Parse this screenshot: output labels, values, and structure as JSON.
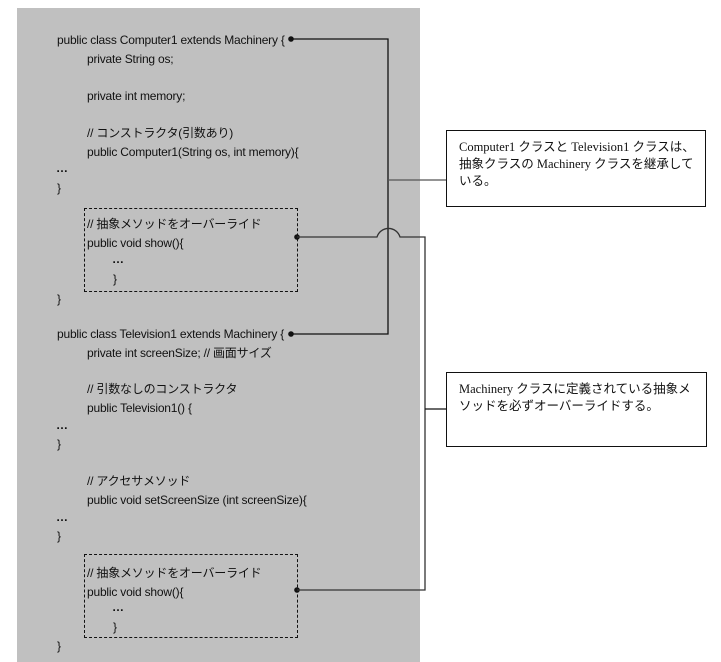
{
  "code": {
    "computer": {
      "class_decl": "public class Computer1 extends Machinery {",
      "field_os": "private String os;",
      "field_memory": "private int memory;",
      "ctor_comment": "// コンストラクタ(引数あり)",
      "ctor_decl": "public Computer1(String os, int memory){",
      "ctor_body": "…",
      "ctor_close": "}",
      "override_comment": "// 抽象メソッドをオーバーライド",
      "show_decl": "public void show(){",
      "show_body": "…",
      "show_close": "}",
      "class_close": "}"
    },
    "television": {
      "class_decl": "public class Television1 extends Machinery {",
      "field_screen": "private int screenSize; // 画面サイズ",
      "ctor_comment": "// 引数なしのコンストラクタ",
      "ctor_decl": "public Television1() {",
      "ctor_body": "…",
      "ctor_close": "}",
      "accessor_comment": "// アクセサメソッド",
      "setter_decl": "public void setScreenSize (int screenSize){",
      "setter_body": "…",
      "setter_close": "}",
      "override_comment": "// 抽象メソッドをオーバーライド",
      "show_decl": "public void show(){",
      "show_body": "…",
      "show_close": "}",
      "class_close": "}"
    }
  },
  "notes": {
    "inheritance": "Computer1 クラスと Television1 クラスは、抽象クラスの Machinery クラスを継承している。",
    "override": "Machinery クラスに定義されている抽象メソッドを必ずオーバーライドする。"
  },
  "colors": {
    "panel": "#c0c0c0",
    "line": "#111111",
    "line_gray": "#555555"
  }
}
